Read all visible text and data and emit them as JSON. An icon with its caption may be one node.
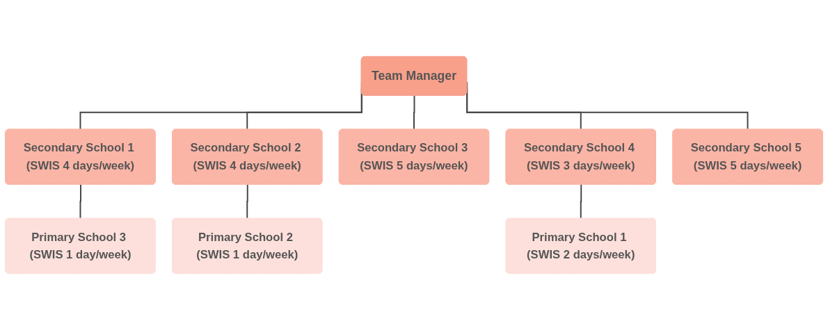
{
  "diagram": {
    "nodes": [
      {
        "text": [
          "Team Manager"
        ]
      },
      {
        "text": [
          "Secondary School 1 (SWIS 4 days/week)"
        ]
      },
      {
        "text": [
          "Secondary School 2 (SWIS 4 days/week)"
        ]
      },
      {
        "text": [
          "Secondary School 3 (SWIS 5 days/week)"
        ]
      },
      {
        "text": [
          "Secondary School 4 (SWIS 3 days/week)"
        ]
      },
      {
        "text": [
          "Secondary School 5 (SWIS 5 days/week)"
        ]
      },
      {
        "text": [
          "Primary School 3 (SWIS 1 day/week)"
        ]
      },
      {
        "text": [
          "Primary School 2 (SWIS 1 day/week)"
        ]
      },
      {
        "text": [
          "Primary School 1 (SWIS 2 days/week)"
        ]
      }
    ],
    "edges": [
      {
        "from": 0,
        "to": 1,
        "arrow": "none"
      },
      {
        "from": 0,
        "to": 2,
        "arrow": "none"
      },
      {
        "from": 0,
        "to": 3,
        "arrow": "none"
      },
      {
        "from": 0,
        "to": 4,
        "arrow": "none"
      },
      {
        "from": 0,
        "to": 5,
        "arrow": "none"
      },
      {
        "from": 1,
        "to": 6,
        "arrow": "none"
      },
      {
        "from": 2,
        "to": 7,
        "arrow": "none"
      },
      {
        "from": 4,
        "to": 8,
        "arrow": "none"
      }
    ]
  }
}
